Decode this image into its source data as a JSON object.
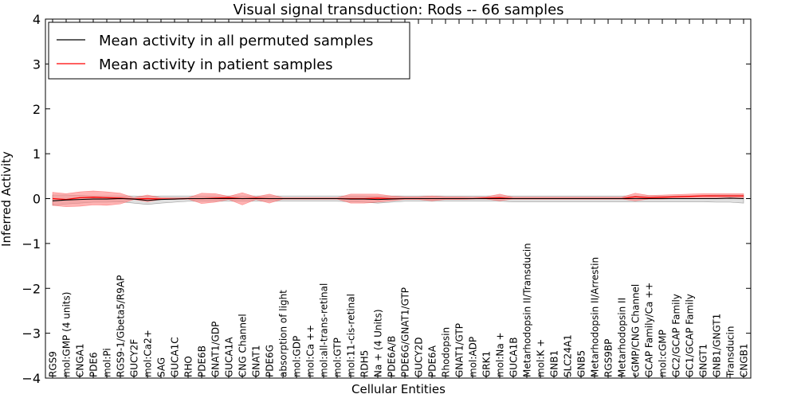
{
  "chart_data": {
    "type": "line",
    "title": "Visual signal transduction: Rods -- 66 samples",
    "xlabel": "Cellular Entities",
    "ylabel": "Inferred Activity",
    "ylim": [
      -4,
      4
    ],
    "yticks": [
      -4,
      -3,
      -2,
      -1,
      0,
      1,
      2,
      3,
      4
    ],
    "ytick_labels": [
      "−4",
      "−3",
      "−2",
      "−1",
      "0",
      "1",
      "2",
      "3",
      "4"
    ],
    "grid": false,
    "legend_position": "top-left",
    "categories": [
      "RGS9",
      "mol:GMP (4 units)",
      "CNGA1",
      "PDE6",
      "mol:Pi",
      "RGS9-1/Gbeta5/R9AP",
      "GUCY2F",
      "mol:Ca2+",
      "SAG",
      "GUCA1C",
      "RHO",
      "PDE6B",
      "GNAT1/GDP",
      "GUCA1A",
      "CNG Channel",
      "GNAT1",
      "PDE6G",
      "absorption of light",
      "mol:GDP",
      "mol:Ca ++",
      "mol:all-trans-retinal",
      "mol:GTP",
      "mol:11-cis-retinal",
      "RDH5",
      "Na + (4 Units)",
      "PDE6A/B",
      "PDE6G/GNAT1/GTP",
      "GUCY2D",
      "PDE6A",
      "Rhodopsin",
      "GNAT1/GTP",
      "mol:ADP",
      "GRK1",
      "mol:Na +",
      "GUCA1B",
      "Metarhodopsin II/Transducin",
      "mol:K +",
      "GNB1",
      "SLC24A1",
      "GNB5",
      "Metarhodopsin II/Arrestin",
      "RGS9BP",
      "Metarhodopsin II",
      "cGMP/CNG Channel",
      "GCAP Family/Ca ++",
      "mol:cGMP",
      "GC2/GCAP Family",
      "GC1/GCAP Family",
      "GNGT1",
      "GNB1/GNGT1",
      "Transducin",
      "CNGB1"
    ],
    "series": [
      {
        "name": "Mean activity in all permuted samples",
        "color": "#000000",
        "values": [
          -0.05,
          -0.03,
          -0.02,
          -0.01,
          -0.01,
          0.0,
          -0.01,
          -0.04,
          -0.02,
          -0.01,
          0.0,
          0.0,
          0.0,
          0.0,
          0.0,
          0.0,
          0.0,
          0.0,
          0.0,
          0.0,
          0.0,
          0.0,
          -0.01,
          -0.01,
          -0.02,
          -0.01,
          0.0,
          0.0,
          0.0,
          0.0,
          0.0,
          0.0,
          0.0,
          0.0,
          0.0,
          0.0,
          0.0,
          0.0,
          0.0,
          0.0,
          0.0,
          0.0,
          0.0,
          0.0,
          0.0,
          0.0,
          0.0,
          0.0,
          0.0,
          0.0,
          0.01,
          0.0
        ],
        "band_lower": [
          -0.15,
          -0.12,
          -0.1,
          -0.08,
          -0.08,
          -0.07,
          -0.1,
          -0.13,
          -0.1,
          -0.08,
          -0.06,
          -0.06,
          -0.06,
          -0.06,
          -0.06,
          -0.06,
          -0.06,
          -0.06,
          -0.06,
          -0.06,
          -0.06,
          -0.06,
          -0.07,
          -0.08,
          -0.1,
          -0.08,
          -0.06,
          -0.06,
          -0.06,
          -0.06,
          -0.06,
          -0.06,
          -0.06,
          -0.06,
          -0.07,
          -0.07,
          -0.07,
          -0.07,
          -0.07,
          -0.07,
          -0.07,
          -0.07,
          -0.07,
          -0.07,
          -0.07,
          -0.07,
          -0.07,
          -0.07,
          -0.07,
          -0.08,
          -0.08,
          -0.1
        ],
        "band_upper": [
          0.08,
          0.08,
          0.07,
          0.06,
          0.06,
          0.06,
          0.06,
          0.05,
          0.06,
          0.06,
          0.06,
          0.06,
          0.06,
          0.06,
          0.06,
          0.06,
          0.06,
          0.06,
          0.06,
          0.06,
          0.06,
          0.06,
          0.06,
          0.06,
          0.05,
          0.06,
          0.06,
          0.06,
          0.06,
          0.06,
          0.06,
          0.06,
          0.06,
          0.06,
          0.06,
          0.06,
          0.06,
          0.06,
          0.06,
          0.06,
          0.06,
          0.06,
          0.06,
          0.06,
          0.06,
          0.06,
          0.06,
          0.06,
          0.07,
          0.08,
          0.08,
          0.08
        ],
        "band_color": "#bbbbbb"
      },
      {
        "name": "Mean activity in patient samples",
        "color": "#ff0000",
        "values": [
          0.0,
          -0.02,
          0.02,
          0.03,
          0.02,
          0.01,
          -0.01,
          0.0,
          -0.01,
          -0.01,
          0.0,
          0.0,
          0.01,
          0.02,
          0.0,
          0.01,
          0.0,
          0.0,
          0.0,
          0.0,
          0.0,
          0.0,
          0.0,
          0.0,
          0.01,
          0.0,
          0.0,
          0.0,
          0.0,
          0.0,
          0.0,
          0.0,
          0.01,
          0.02,
          0.0,
          0.0,
          0.0,
          0.0,
          0.0,
          0.0,
          0.0,
          0.0,
          0.0,
          0.04,
          0.02,
          0.03,
          0.04,
          0.05,
          0.06,
          0.06,
          0.06,
          0.06
        ],
        "band_lower": [
          -0.15,
          -0.18,
          -0.17,
          -0.14,
          -0.15,
          -0.12,
          -0.02,
          -0.07,
          -0.02,
          -0.01,
          -0.01,
          -0.11,
          -0.08,
          -0.02,
          -0.14,
          -0.02,
          -0.1,
          -0.01,
          -0.01,
          -0.01,
          -0.01,
          -0.01,
          -0.1,
          -0.1,
          -0.08,
          -0.05,
          -0.02,
          -0.02,
          -0.05,
          -0.02,
          -0.02,
          -0.01,
          -0.01,
          -0.05,
          -0.01,
          -0.01,
          -0.01,
          -0.01,
          -0.01,
          -0.01,
          -0.01,
          -0.01,
          -0.01,
          -0.05,
          -0.01,
          -0.01,
          0.0,
          0.0,
          0.0,
          0.0,
          0.0,
          0.0
        ],
        "band_upper": [
          0.14,
          0.11,
          0.15,
          0.17,
          0.15,
          0.12,
          0.02,
          0.08,
          0.02,
          0.02,
          0.02,
          0.12,
          0.11,
          0.05,
          0.13,
          0.04,
          0.1,
          0.02,
          0.02,
          0.02,
          0.02,
          0.02,
          0.1,
          0.1,
          0.1,
          0.06,
          0.04,
          0.04,
          0.06,
          0.04,
          0.04,
          0.03,
          0.04,
          0.1,
          0.03,
          0.03,
          0.03,
          0.03,
          0.03,
          0.03,
          0.03,
          0.03,
          0.03,
          0.12,
          0.07,
          0.08,
          0.09,
          0.1,
          0.11,
          0.11,
          0.11,
          0.11
        ],
        "band_color": "#ff8080"
      }
    ]
  }
}
